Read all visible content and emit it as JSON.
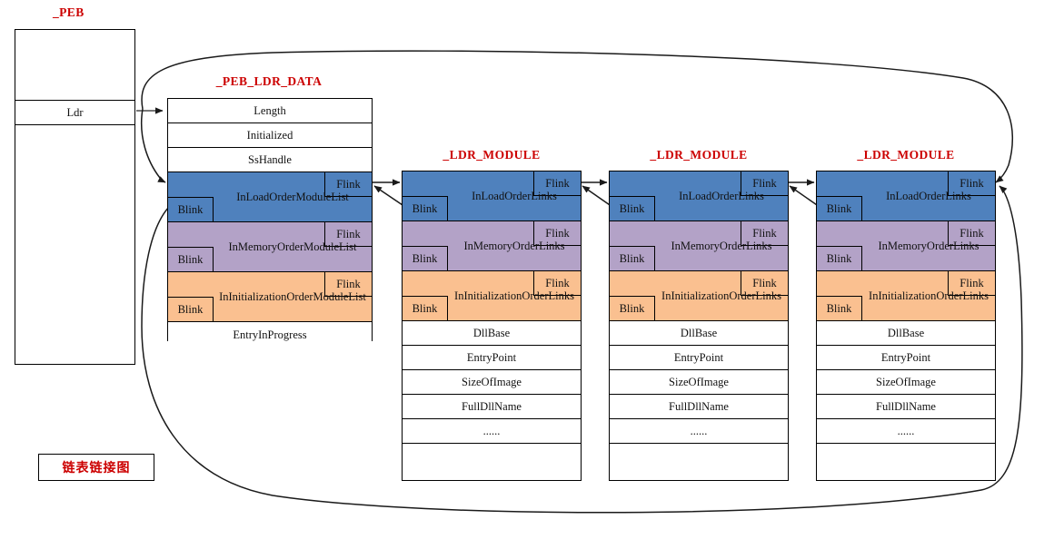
{
  "diagram": {
    "caption": "链表链接图",
    "colors": {
      "load_order": "#4f81bd",
      "memory_order": "#b3a2c7",
      "init_order": "#fac090",
      "title": "#cc0000",
      "line": "#1a1a1a",
      "background": "#ffffff"
    }
  },
  "peb": {
    "title": "_PEB",
    "rows": [
      "",
      "Ldr",
      ""
    ]
  },
  "peb_ldr_data": {
    "title": "_PEB_LDR_DATA",
    "plain_rows_top": [
      "Length",
      "Initialized",
      "SsHandle"
    ],
    "list_entries": [
      {
        "name": "InLoadOrderModuleList",
        "flink": "Flink",
        "blink": "Blink",
        "color_key": "load_order"
      },
      {
        "name": "InMemoryOrderModuleList",
        "flink": "Flink",
        "blink": "Blink",
        "color_key": "memory_order"
      },
      {
        "name": "InInitializationOrderModuleList",
        "flink": "Flink",
        "blink": "Blink",
        "color_key": "init_order"
      }
    ],
    "plain_rows_bottom": [
      "EntryInProgress"
    ]
  },
  "ldr_modules": [
    {
      "title": "_LDR_MODULE",
      "list_entries": [
        {
          "name": "InLoadOrderLinks",
          "flink": "Flink",
          "blink": "Blink",
          "color_key": "load_order"
        },
        {
          "name": "InMemoryOrderLinks",
          "flink": "Flink",
          "blink": "Blink",
          "color_key": "memory_order"
        },
        {
          "name": "InInitializationOrderLinks",
          "flink": "Flink",
          "blink": "Blink",
          "color_key": "init_order"
        }
      ],
      "plain_rows": [
        "DllBase",
        "EntryPoint",
        "SizeOfImage",
        "FullDllName",
        "......",
        ""
      ]
    },
    {
      "title": "_LDR_MODULE",
      "list_entries": [
        {
          "name": "InLoadOrderLinks",
          "flink": "Flink",
          "blink": "Blink",
          "color_key": "load_order"
        },
        {
          "name": "InMemoryOrderLinks",
          "flink": "Flink",
          "blink": "Blink",
          "color_key": "memory_order"
        },
        {
          "name": "InInitializationOrderLinks",
          "flink": "Flink",
          "blink": "Blink",
          "color_key": "init_order"
        }
      ],
      "plain_rows": [
        "DllBase",
        "EntryPoint",
        "SizeOfImage",
        "FullDllName",
        "......",
        ""
      ]
    },
    {
      "title": "_LDR_MODULE",
      "list_entries": [
        {
          "name": "InLoadOrderLinks",
          "flink": "Flink",
          "blink": "Blink",
          "color_key": "load_order"
        },
        {
          "name": "InMemoryOrderLinks",
          "flink": "Flink",
          "blink": "Blink",
          "color_key": "memory_order"
        },
        {
          "name": "InInitializationOrderLinks",
          "flink": "Flink",
          "blink": "Blink",
          "color_key": "init_order"
        }
      ],
      "plain_rows": [
        "DllBase",
        "EntryPoint",
        "SizeOfImage",
        "FullDllName",
        "......",
        ""
      ]
    }
  ]
}
